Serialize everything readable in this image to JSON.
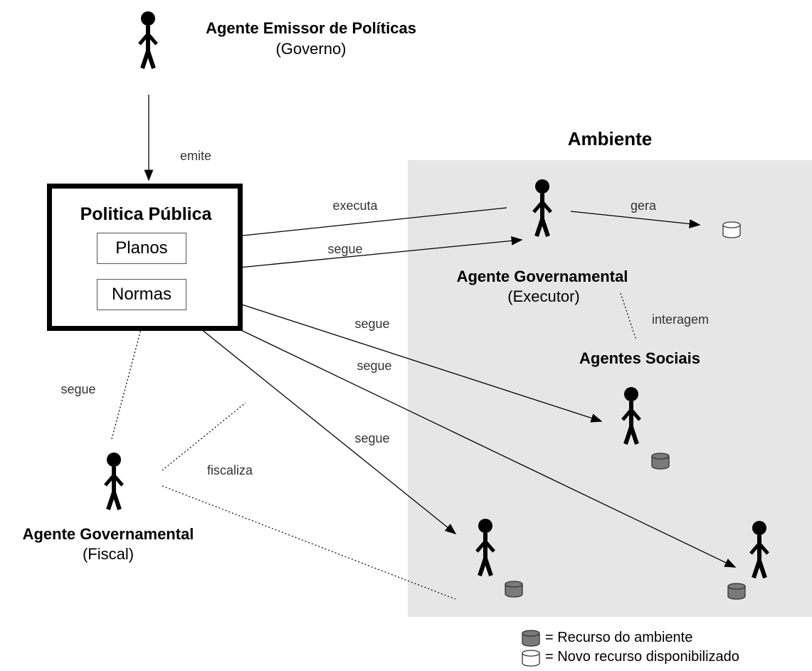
{
  "environment": {
    "title": "Ambiente"
  },
  "policy": {
    "title": "Politica Pública",
    "plans": "Planos",
    "norms": "Normas"
  },
  "agents": {
    "issuer": {
      "name": "Agente Emissor de Políticas",
      "role": "(Governo)"
    },
    "executor": {
      "name": "Agente Governamental",
      "role": "(Executor)"
    },
    "fiscal": {
      "name": "Agente Governamental",
      "role": "(Fiscal)"
    },
    "social": {
      "name": "Agentes Sociais"
    }
  },
  "edges": {
    "emits": "emite",
    "executes": "executa",
    "follows_executor": "segue",
    "generates": "gera",
    "interact": "interagem",
    "follows_social_1": "segue",
    "follows_social_2": "segue",
    "follows_social_3": "segue",
    "follows_fiscal": "segue",
    "supervises": "fiscaliza"
  },
  "legend": {
    "environment_resource": "= Recurso do ambiente",
    "new_resource": "= Novo recurso disponibilizado"
  },
  "colors": {
    "environment_bg": "#e6e6e6",
    "resource_fill": "#7a7a7a",
    "new_resource_fill": "#ffffff"
  }
}
